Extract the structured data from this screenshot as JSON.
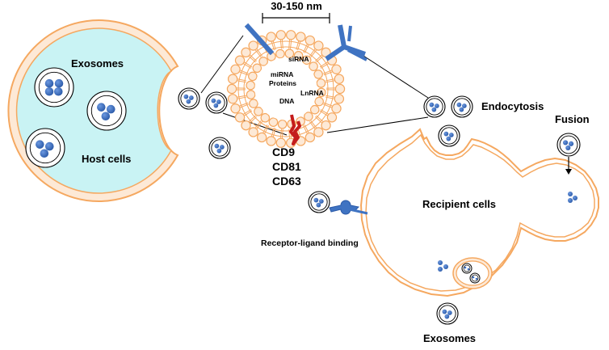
{
  "colors": {
    "membrane": "#f5a860",
    "membrane_fill": "#fde9d6",
    "host_fill": "#c9f3f4",
    "cargo": "#3a6fc4",
    "antibody": "#3f73c2",
    "tetraspanin": "#c41c1c",
    "line": "#000000"
  },
  "labels": {
    "size": "30-150 nm",
    "host_exosomes": "Exosomes",
    "host_cells": "Host cells",
    "endocytosis": "Endocytosis",
    "fusion": "Fusion",
    "recipient_cells": "Recipient cells",
    "receptor_ligand": "Receptor-ligand binding",
    "bottom_exosomes": "Exosomes",
    "markers": [
      "CD9",
      "CD81",
      "CD63"
    ]
  },
  "cargo_labels": [
    "siRNA",
    "miRNA",
    "Proteins",
    "LnRNA",
    "DNA"
  ]
}
